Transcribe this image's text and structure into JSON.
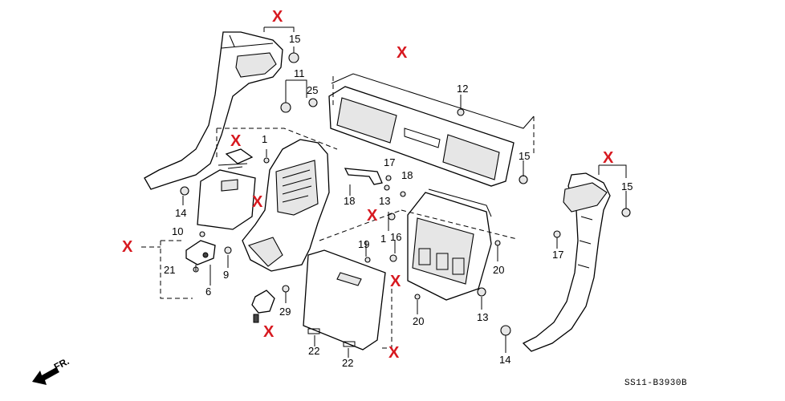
{
  "labels": [
    "15",
    "11",
    "25",
    "12",
    "15",
    "15",
    "17",
    "18",
    "13",
    "1",
    "20",
    "16",
    "19",
    "17",
    "20",
    "13",
    "14",
    "21",
    "6",
    "9",
    "10",
    "29",
    "22",
    "22",
    "14",
    "1"
  ],
  "removed_marker": "X",
  "diagram_code": "SS11-B3930B",
  "direction_label": "FR."
}
